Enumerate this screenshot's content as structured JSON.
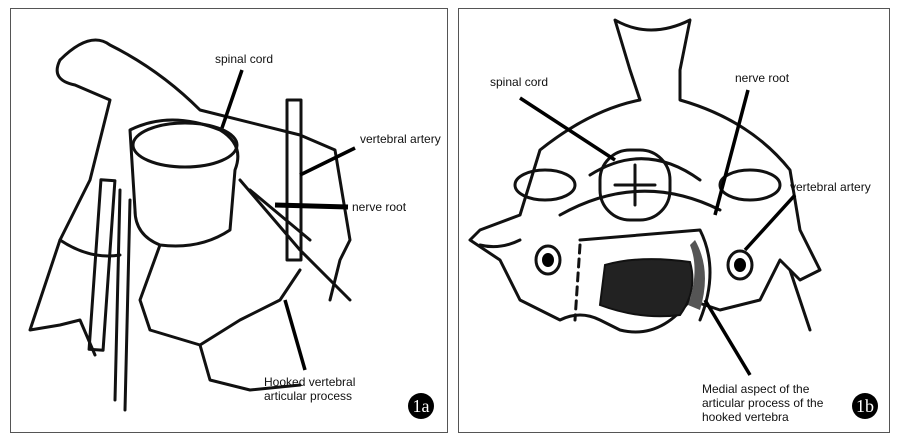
{
  "figure_a": {
    "badge": "1a",
    "labels": {
      "spinal_cord": "spinal cord",
      "vertebral_artery": "vertebral artery",
      "nerve_root": "nerve root",
      "hooked_line1": "Hooked vertebral",
      "hooked_line2": "articular process"
    }
  },
  "figure_b": {
    "badge": "1b",
    "labels": {
      "spinal_cord": "spinal cord",
      "nerve_root": "nerve root",
      "vertebral_artery": "vertebral artery",
      "medial_line1": "Medial aspect of the",
      "medial_line2": "articular process of the",
      "medial_line3": "hooked vertebra"
    }
  }
}
